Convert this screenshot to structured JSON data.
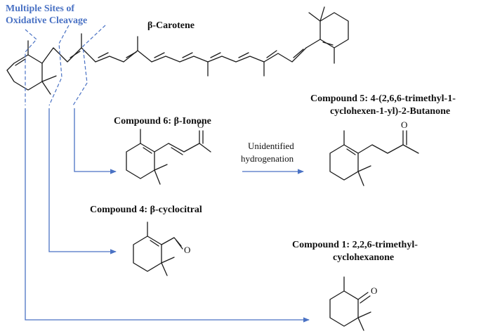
{
  "title": "β-Carotene",
  "cleavage_label": {
    "line1": "Multiple Sites of",
    "line2": "Oxidative Cleavage"
  },
  "compound6": {
    "label": "Compound 6: β-Ionone",
    "oxygen": "O"
  },
  "compound5": {
    "label_line1": "Compound 5: 4-(2,6,6-trimethyl-1-",
    "label_line2": "cyclohexen-1-yl)-2-Butanone",
    "oxygen": "O"
  },
  "compound4": {
    "label": "Compound 4: β-cyclocitral",
    "oxygen": "O"
  },
  "compound1": {
    "label_line1": "Compound 1: 2,2,6-trimethyl-",
    "label_line2": "cyclohexanone",
    "oxygen": "O"
  },
  "reaction": {
    "line1": "Unidentified",
    "line2": "hydrogenation"
  },
  "colors": {
    "accent": "#4a72c4",
    "bond": "#1a1a1a"
  }
}
